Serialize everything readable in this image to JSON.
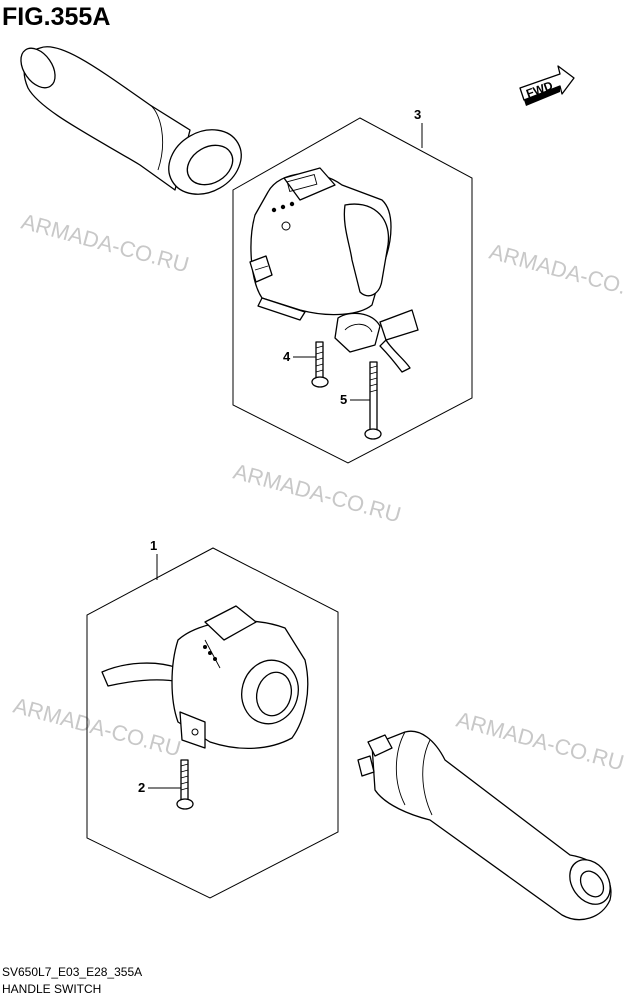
{
  "figure": {
    "title": "FIG.355A",
    "code": "SV650L7_E03_E28_355A",
    "caption": "HANDLE SWITCH"
  },
  "direction_badge": "FWD",
  "watermark": "ARMADA-CO.RU",
  "callouts": [
    {
      "id": "1",
      "label": "1"
    },
    {
      "id": "2",
      "label": "2"
    },
    {
      "id": "3",
      "label": "3"
    },
    {
      "id": "4",
      "label": "4"
    },
    {
      "id": "5",
      "label": "5"
    }
  ]
}
